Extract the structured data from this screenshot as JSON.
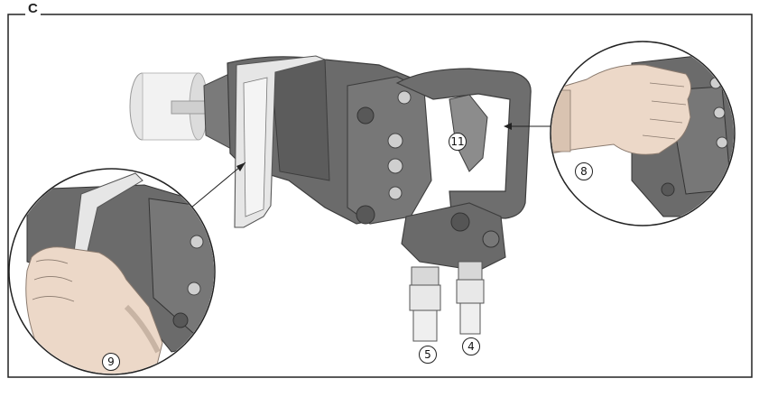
{
  "figure": {
    "section_label": "C",
    "callouts": {
      "hose_a": "5",
      "hose_b": "4",
      "trigger": "11",
      "grip_hand": "8",
      "side_handle_hand": "9"
    }
  },
  "colors": {
    "body": "#6b6b6b",
    "body_dark": "#4f4f4f",
    "body_light": "#8a8a8a",
    "handle_bar": "#e4e4e4",
    "socket": "#f1f1f1",
    "skin": "#ecd8c8",
    "outline": "#222222"
  },
  "icons": [
    "impact-wrench",
    "hand",
    "hydraulic-coupler"
  ]
}
